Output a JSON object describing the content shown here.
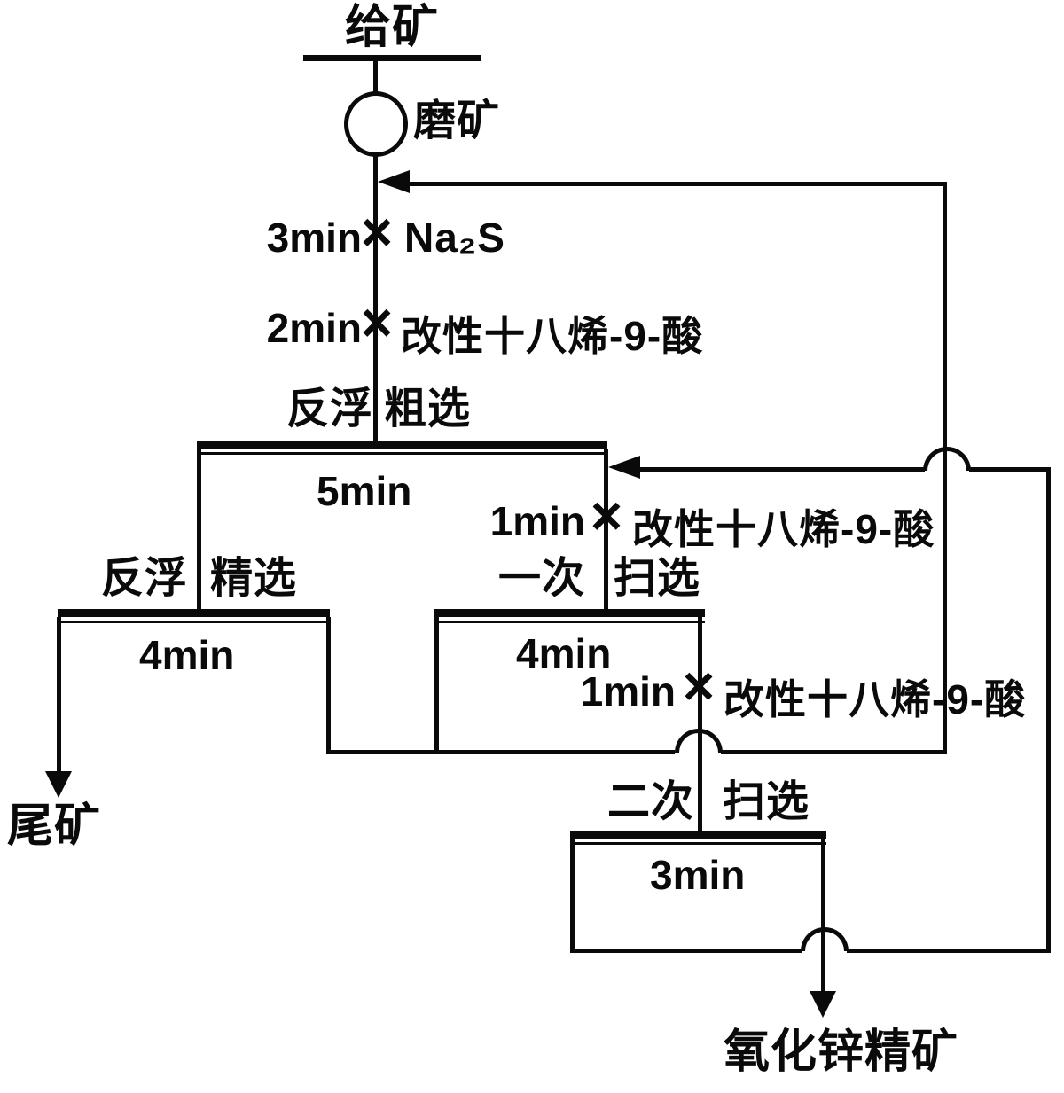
{
  "figure": {
    "feed_label": "给矿",
    "grinding_label": "磨矿",
    "reagent_additions": [
      {
        "time": "3min",
        "cross": "×",
        "reagent": "Na₂S"
      },
      {
        "time": "2min",
        "cross": "×",
        "reagent": "改性十八烯-9-酸"
      },
      {
        "time": "1min",
        "cross": "×",
        "reagent": "改性十八烯-9-酸"
      },
      {
        "time": "1min",
        "cross": "×",
        "reagent": "改性十八烯-9-酸"
      }
    ],
    "stages": {
      "roughing": {
        "name_left": "反浮",
        "name_right": "粗选",
        "duration": "5min"
      },
      "cleaning": {
        "name_left": "反浮",
        "name_right": "精选",
        "duration": "4min"
      },
      "scavenging1": {
        "name_left": "一次",
        "name_right": "扫选",
        "duration": "4min"
      },
      "scavenging2": {
        "name_left": "二次",
        "name_right": "扫选",
        "duration": "3min"
      }
    },
    "outputs": {
      "tailings": "尾矿",
      "concentrate": "氧化锌精矿"
    },
    "colors": {
      "ink": "#0a0a0a",
      "background": "#ffffff"
    }
  }
}
